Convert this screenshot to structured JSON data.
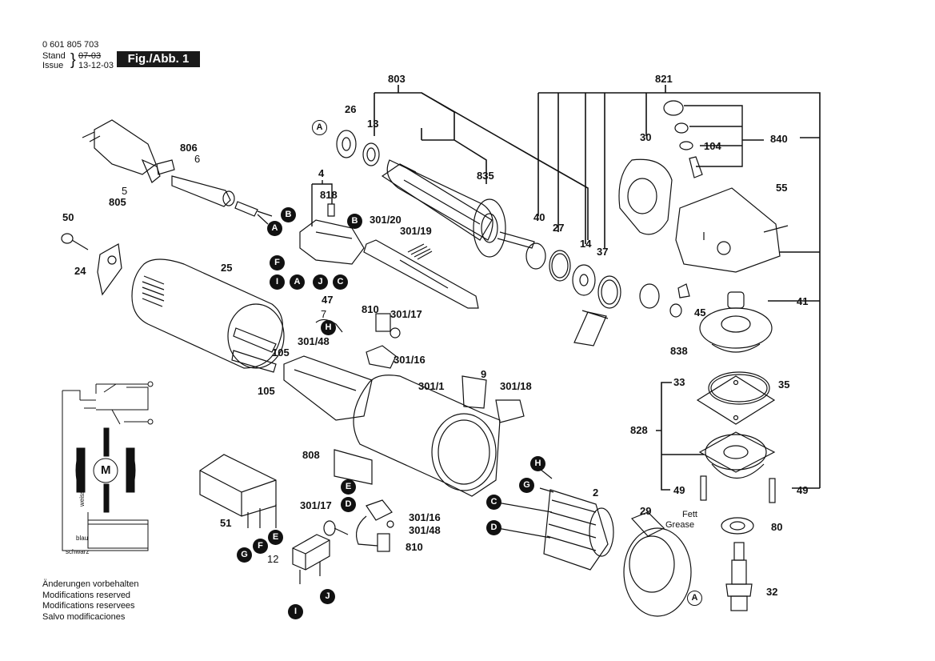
{
  "header": {
    "part_number": "0 601 805 703",
    "stand_label": "Stand",
    "issue_label": "Issue",
    "stand_date": "07-03",
    "issue_date": "13-12-03",
    "figure_label": "Fig./Abb. 1"
  },
  "notes": [
    "Änderungen vorbehalten",
    "Modifications reserved",
    "Modifications reservees",
    "Salvo modificaciones"
  ],
  "wiring": {
    "motor_label": "M",
    "wire_white": "weiss",
    "wire_blue": "blau",
    "wire_black": "schwarz"
  },
  "grease": {
    "fett": "Fett",
    "grease": "Grease"
  },
  "part_labels": {
    "p803": "803",
    "p821": "821",
    "p26": "26",
    "p13": "13",
    "p835": "835",
    "p806": "806",
    "p6": "6",
    "p5": "5",
    "p805": "805",
    "p50": "50",
    "p24": "24",
    "p4": "4",
    "p818": "818",
    "p301_20": "301/20",
    "p301_19": "301/19",
    "p25": "25",
    "p47": "47",
    "p7": "7",
    "p810a": "810",
    "p301_17a": "301/17",
    "p301_48a": "301/48",
    "p301_16a": "301/16",
    "p105a": "105",
    "p105b": "105",
    "p40": "40",
    "p27": "27",
    "p14": "14",
    "p37": "37",
    "p30": "30",
    "p104": "104",
    "p840": "840",
    "p55": "55",
    "p41": "41",
    "p45": "45",
    "p838": "838",
    "p33": "33",
    "p35": "35",
    "p828": "828",
    "p49a": "49",
    "p49b": "49",
    "p9": "9",
    "p301_18": "301/18",
    "p301_1": "301/1",
    "p808": "808",
    "p2": "2",
    "p29": "29",
    "p80": "80",
    "p32": "32",
    "p51": "51",
    "p12": "12",
    "p301_17b": "301/17",
    "p301_16b": "301/16",
    "p301_48b": "301/48",
    "p810b": "810"
  },
  "connectors": {
    "A": "A",
    "B": "B",
    "C": "C",
    "D": "D",
    "E": "E",
    "F": "F",
    "G": "G",
    "H": "H",
    "I": "I",
    "J": "J"
  }
}
